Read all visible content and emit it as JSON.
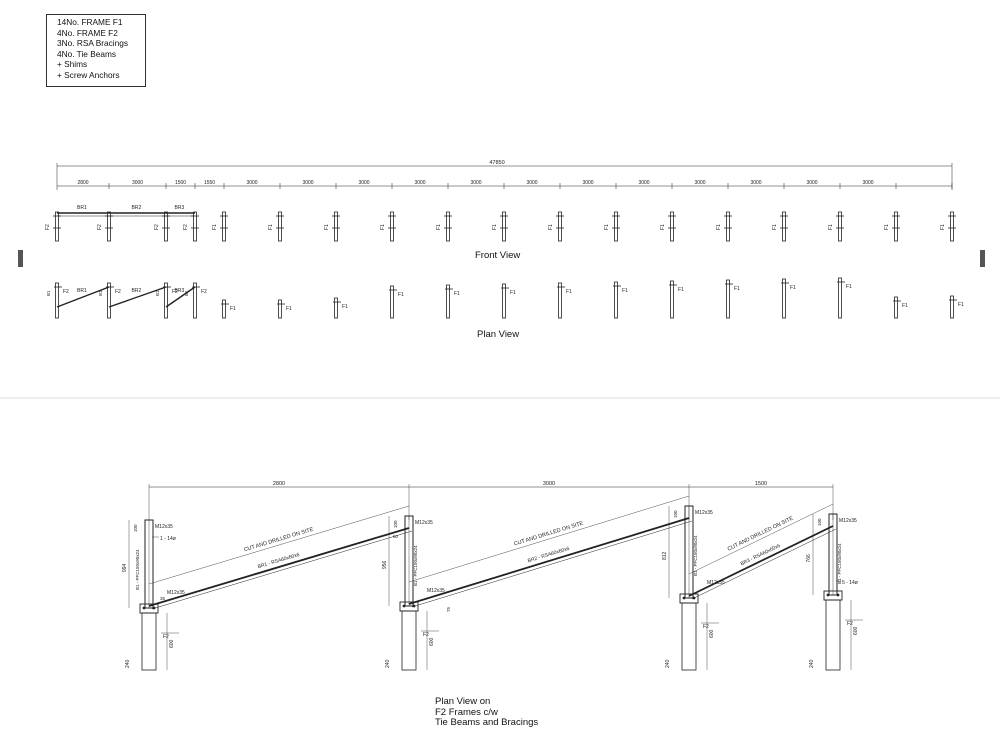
{
  "schedule": {
    "lines": [
      "14No. FRAME F1",
      "4No. FRAME F2",
      "3No. RSA Bracings",
      "4No. Tie Beams",
      "+ Shims",
      "+ Screw Anchors"
    ]
  },
  "front_view": {
    "caption": "Front View",
    "overall_dim": "47850",
    "span_dims": [
      "2800",
      "3000",
      "1500",
      "1550",
      "3000",
      "3000",
      "3000",
      "3000",
      "3000",
      "3000",
      "3000",
      "3000",
      "3000",
      "3000",
      "3000",
      "3000"
    ],
    "bracing_labels": [
      "BR1",
      "BR2",
      "BR3"
    ],
    "frame_f2": "F2",
    "frame_f1": "F1"
  },
  "plan_view": {
    "caption": "Plan View",
    "bracing_labels": [
      "BR1",
      "BR2",
      "BR3"
    ],
    "tie_labels": [
      "B1",
      "B1",
      "B1",
      "B1"
    ],
    "frame_f2": "F2",
    "frame_f1": "F1"
  },
  "detail_view": {
    "caption_lines": [
      "Plan View on",
      "F2 Frames c/w",
      "Tie Beams and Bracings"
    ],
    "top_dims": [
      "2800",
      "3000",
      "1500"
    ],
    "cut_note": "CUT AND DRILLED ON SITE",
    "bolt_label": "M12x35",
    "bracing_labels": [
      "BR1 - RSA60x60x6",
      "BR2 - RSA60x60x6",
      "BR3 - RSA60x60x6"
    ],
    "beam_label": "B1 - PFC150x90x24",
    "heights": [
      "994",
      "956",
      "812",
      "766"
    ],
    "small_dims": [
      "100",
      "75",
      "35",
      "60"
    ],
    "shim_labels": [
      "1 - 14ø",
      "5 - 14ø"
    ],
    "post_dims": [
      "240",
      "600"
    ],
    "frame_label": "F2"
  }
}
